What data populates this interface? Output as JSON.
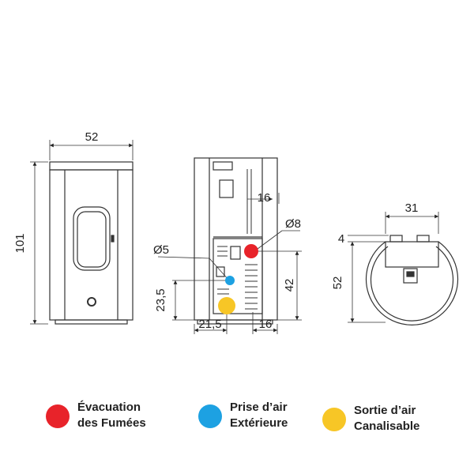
{
  "dimensions": {
    "front_width": "52",
    "front_height": "101",
    "back_16_top": "16",
    "back_diam8": "Ø8",
    "back_diam5": "Ø5",
    "back_23_5": "23,5",
    "back_42": "42",
    "back_21_5": "21,5",
    "back_16_bottom": "16",
    "top_31": "31",
    "top_4": "4",
    "top_52": "52"
  },
  "legend": [
    {
      "line1": "Évacuation",
      "line2": "des Fumées",
      "color": "#e8232a"
    },
    {
      "line1": "Prise d’air",
      "line2": "Extérieure",
      "color": "#1da1e2"
    },
    {
      "line1": "Sortie d’air",
      "line2": "Canalisable",
      "color": "#f7c626"
    }
  ]
}
